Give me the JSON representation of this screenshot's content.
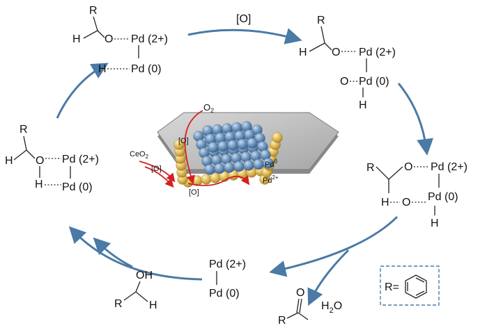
{
  "cycle": {
    "top_arrow_label": "[O]",
    "pd_high": "Pd (2+)",
    "pd_zero": "Pd (0)",
    "atom_R": "R",
    "atom_H": "H",
    "atom_O": "O",
    "oh": "OH",
    "water": "H",
    "water_sub": "2",
    "water_o": "O"
  },
  "center": {
    "o2": "O",
    "o2_sub": "2",
    "ceo2": "CeO",
    "ceo2_sub": "2",
    "o_label": "[O]",
    "pd0": "Pd",
    "pd0_sup": "0",
    "pd2": "Pd",
    "pd2_sup": "2+"
  },
  "legend": {
    "r_label": "R="
  },
  "colors": {
    "arrow": "#4a7aa5",
    "red_path": "#d42020",
    "pd0_sphere": "#6f97c0",
    "pd2_sphere": "#e0bb5a",
    "support": "#9a9a9a"
  }
}
